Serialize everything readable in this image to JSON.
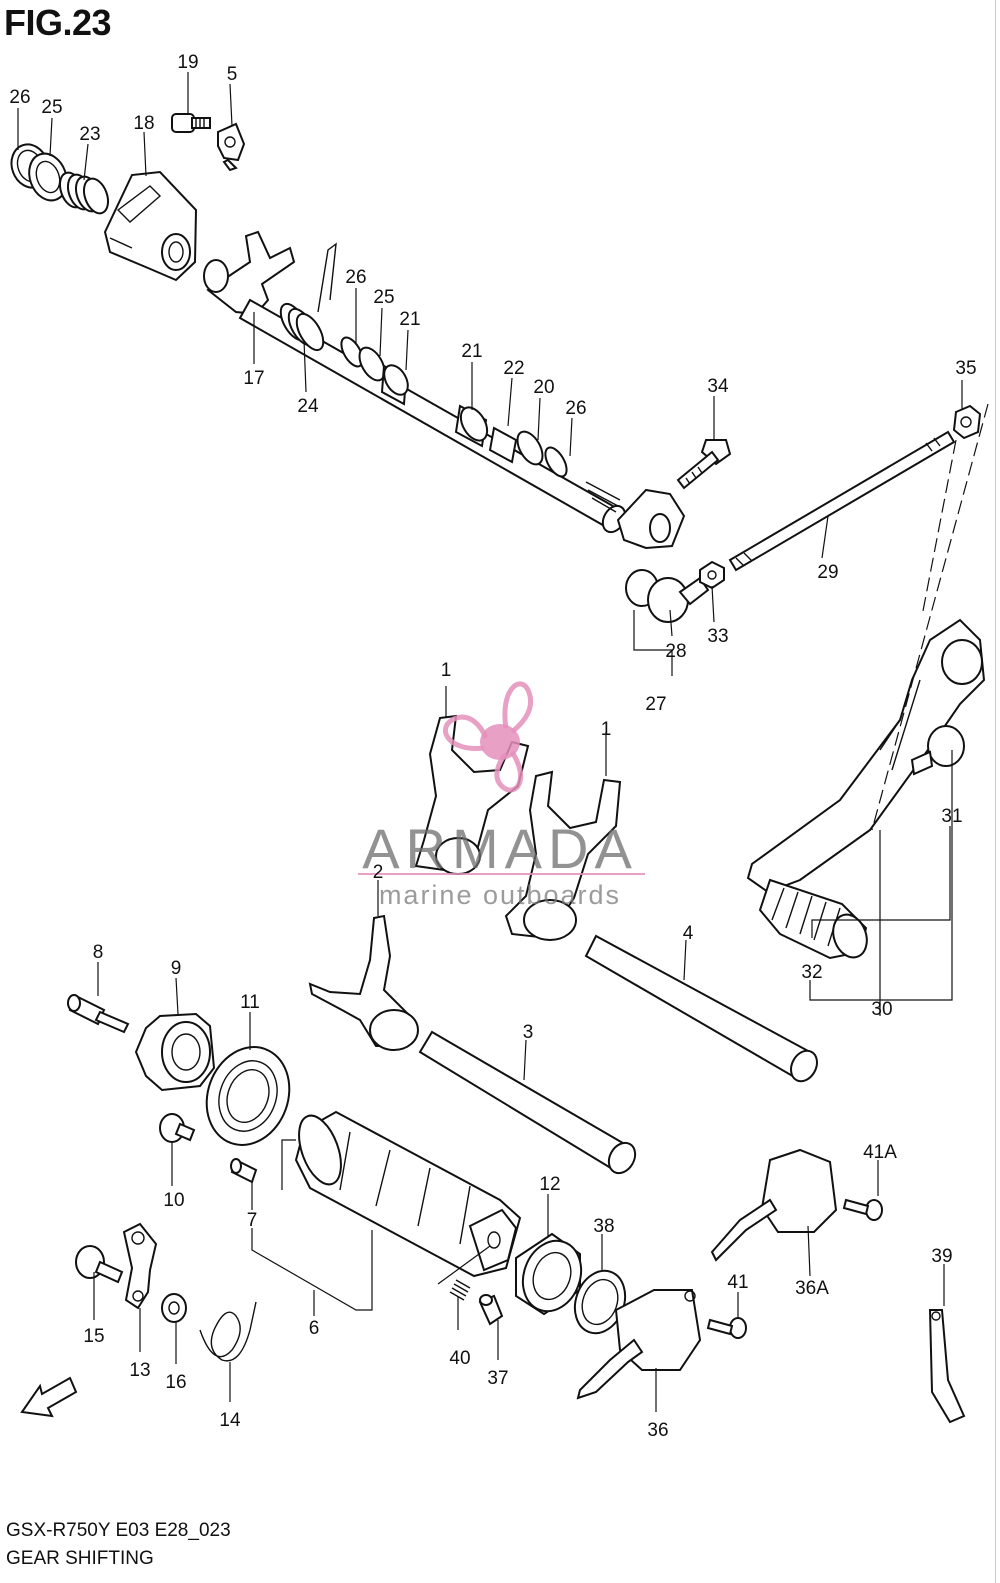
{
  "figure": {
    "title": "FIG.23",
    "model_code": "GSX-R750Y E03 E28_023",
    "section_title": "GEAR SHIFTING"
  },
  "watermark": {
    "brand": "ARMADA",
    "tagline": "marine outboards",
    "color": "#e58fbb"
  },
  "fwd_label": "FWD",
  "callouts": [
    "26",
    "25",
    "23",
    "18",
    "19",
    "5",
    "17",
    "24",
    "26",
    "25",
    "21",
    "21",
    "22",
    "20",
    "26",
    "34",
    "35",
    "29",
    "33",
    "28",
    "27",
    "1",
    "1",
    "2",
    "4",
    "3",
    "31",
    "32",
    "30",
    "8",
    "9",
    "11",
    "10",
    "7",
    "6",
    "12",
    "38",
    "41A",
    "36A",
    "41",
    "39",
    "15",
    "13",
    "16",
    "14",
    "40",
    "37",
    "36"
  ]
}
